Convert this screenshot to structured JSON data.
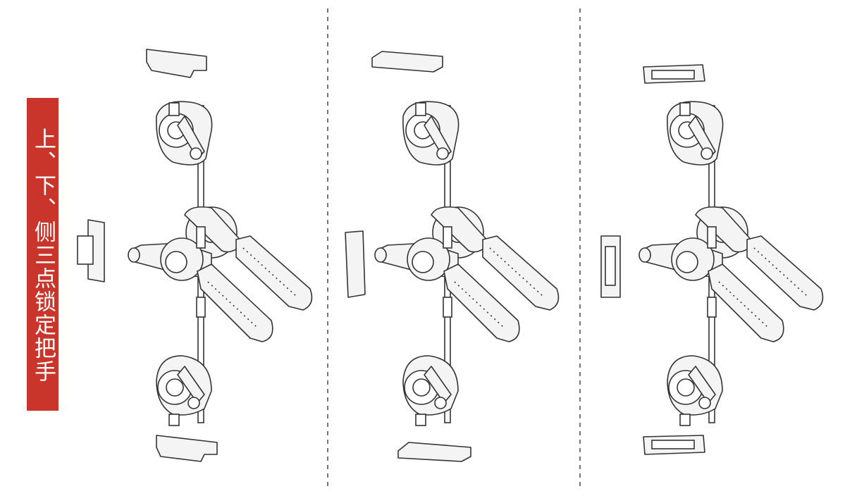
{
  "title": "上、下、侧三点锁定把手",
  "accent_color": "#c9352a",
  "variants": [
    {
      "name": "variant-1",
      "keeper_style": "open-hook"
    },
    {
      "name": "variant-2",
      "keeper_style": "flat-plate"
    },
    {
      "name": "variant-3",
      "keeper_style": "box-keeper"
    }
  ]
}
